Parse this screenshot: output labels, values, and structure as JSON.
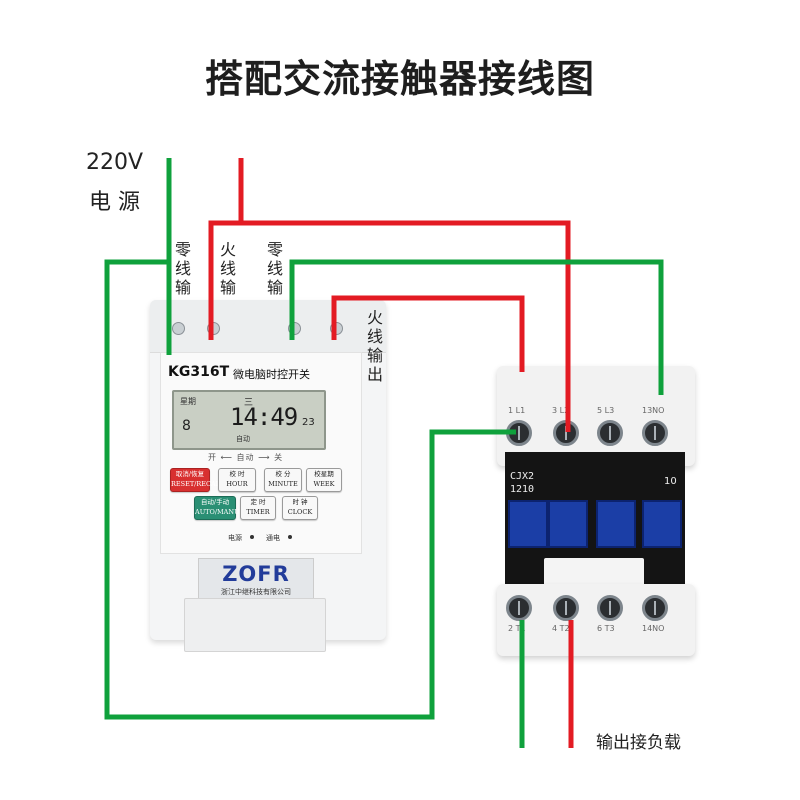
{
  "title": "搭配交流接触器接线图",
  "power_source": {
    "voltage": "220V",
    "label": "电 源"
  },
  "wire_labels": {
    "neutral_in": "零线输",
    "live_in": "火线输",
    "neutral_out": "零线输",
    "live_out": "火线输出"
  },
  "timer": {
    "model": "KG316T",
    "description": "微电脑时控开关",
    "lcd": {
      "week_label": "星期",
      "day": "三",
      "time": "14:49",
      "seconds": "23",
      "program_no": "8",
      "mode": "自动"
    },
    "mode_line": "开 ⟵ 自动 ⟶ 关",
    "buttons": [
      {
        "cn": "取消/恢复",
        "en": "RESET/RECALL"
      },
      {
        "cn": "校 时",
        "en": "HOUR"
      },
      {
        "cn": "校 分",
        "en": "MINUTE"
      },
      {
        "cn": "校星期",
        "en": "WEEK"
      },
      {
        "cn": "自动/手动",
        "en": "AUTO/MANU"
      },
      {
        "cn": "定 时",
        "en": "TIMER"
      },
      {
        "cn": "时 钟",
        "en": "CLOCK"
      }
    ],
    "indicator_power": "电源",
    "indicator_on": "通电",
    "brand": "ZOFR",
    "company": "浙江中继科技有限公司"
  },
  "contactor": {
    "model_line1": "CJX2",
    "model_line2": "1210",
    "aux_label": "10",
    "top_terminals": [
      "1 L1",
      "3 L2",
      "5 L3",
      "13NO"
    ],
    "bottom_terminals": [
      "2 T1",
      "4 T2",
      "6 T3",
      "14NO"
    ]
  },
  "output_label": "输出接负载",
  "colors": {
    "live": "#e31b23",
    "neutral": "#0fa13c",
    "title": "#1e1e1e"
  }
}
